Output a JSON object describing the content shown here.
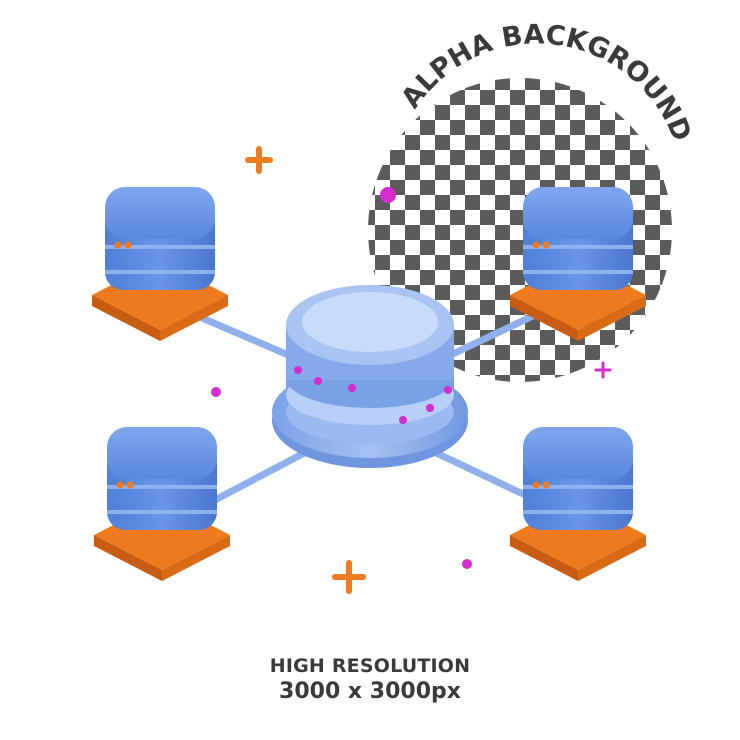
{
  "badge": {
    "curved_text": "ALPHA BACKGROUND"
  },
  "caption": {
    "line1": "HIGH RESOLUTION",
    "line2": "3000 x 3000px"
  },
  "illustration": {
    "subject": "network-hub-with-four-servers",
    "server_count": 4
  },
  "colors": {
    "server_blue": "#5e8fe6",
    "server_light": "#a9c3f2",
    "server_dark": "#3f6cc9",
    "base_orange": "#f07a1e",
    "base_orange_dark": "#c85c10",
    "hub_blue": "#8fb1ee",
    "hub_light": "#c9dbfa",
    "accent_magenta": "#d42ccf",
    "sparkle_orange": "#f07a1e",
    "checker_dark": "#5b5b5b",
    "checker_light": "#ffffff",
    "text_gray": "#3a3a3a"
  },
  "icons": [
    "server-icon",
    "hub-icon",
    "sparkle-icon",
    "dot-icon",
    "checkerboard"
  ]
}
